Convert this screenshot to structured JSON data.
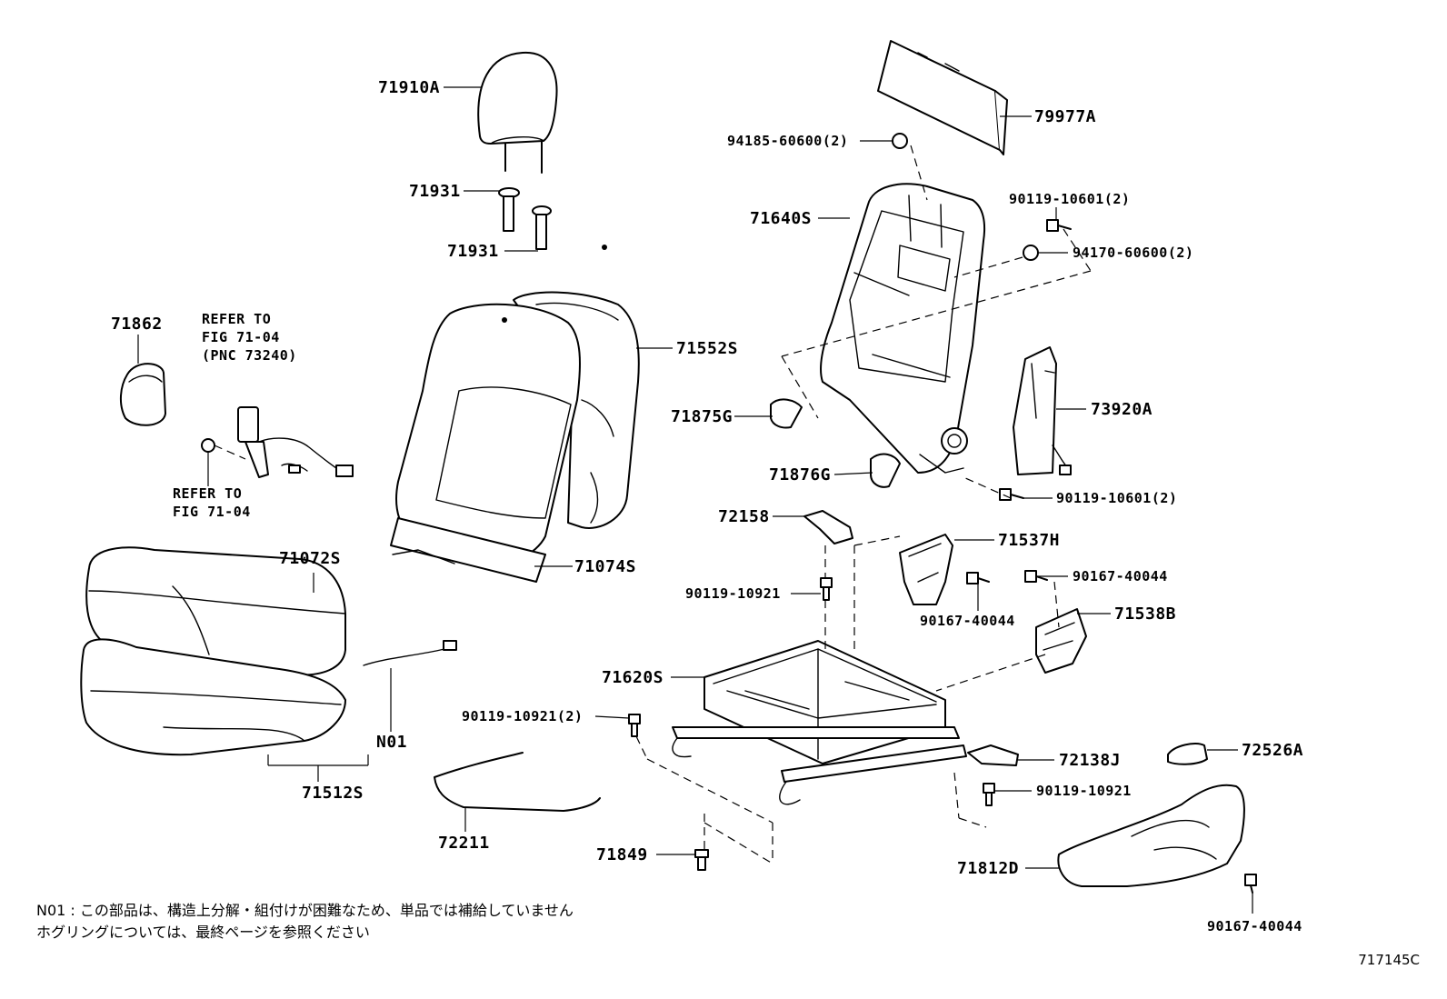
{
  "labels": {
    "p71910A": "71910A",
    "p71931a": "71931",
    "p71931b": "71931",
    "p71862": "71862",
    "refer1_l1": "REFER TO",
    "refer1_l2": "FIG 71-04",
    "refer1_l3": "(PNC 73240)",
    "refer2_l1": "REFER TO",
    "refer2_l2": "FIG 71-04",
    "p71552S": "71552S",
    "p71072S": "71072S",
    "p71074S": "71074S",
    "pN01": "N01",
    "p71512S": "71512S",
    "p72211": "72211",
    "p79977A": "79977A",
    "p94185": "94185-60600(2)",
    "p90119_10601a": "90119-10601(2)",
    "p71640S": "71640S",
    "p94170": "94170-60600(2)",
    "p71875G": "71875G",
    "p73920A": "73920A",
    "p71876G": "71876G",
    "p90119_10601b": "90119-10601(2)",
    "p72158": "72158",
    "p71537H": "71537H",
    "p90119_10921a": "90119-10921",
    "p90167_40044a": "90167-40044",
    "p90167_40044b": "90167-40044",
    "p71538B": "71538B",
    "p71620S": "71620S",
    "p90119_10921b": "90119-10921(2)",
    "p72138J": "72138J",
    "p72526A": "72526A",
    "p90119_10921c": "90119-10921",
    "p71849": "71849",
    "p71812D": "71812D",
    "p90167_40044c": "90167-40044"
  },
  "notes": {
    "line1": "N01 : この部品は、構造上分解・組付けが困難なため、単品では補給していません",
    "line2": "ホグリングについては、最終ページを参照ください"
  },
  "figure_id": "717145C"
}
